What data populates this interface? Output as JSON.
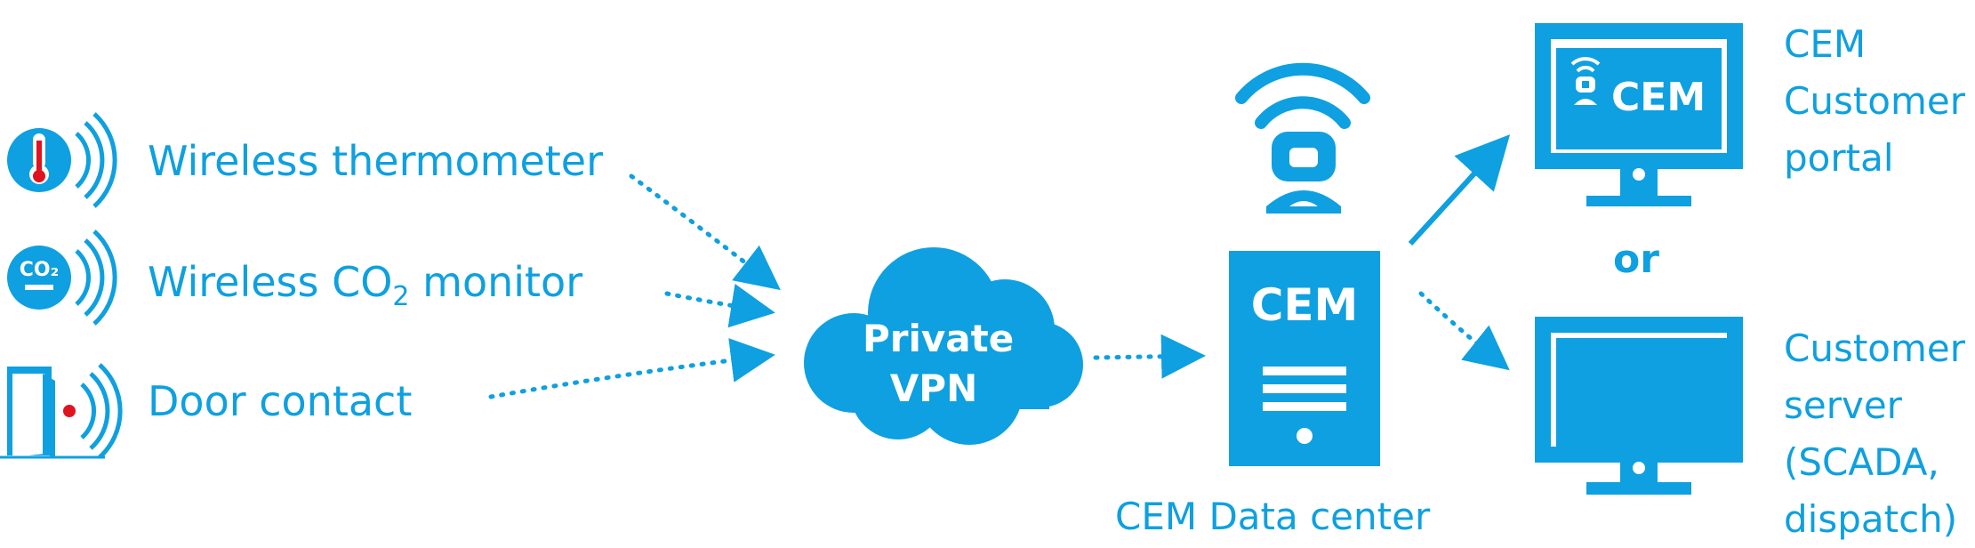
{
  "devices": [
    {
      "label": "Wireless thermometer",
      "icon": "thermometer-icon"
    },
    {
      "label_main": "Wireless CO",
      "label_sub": "2",
      "label_tail": " monitor",
      "icon": "co2-icon",
      "icon_text": "CO2"
    },
    {
      "label": "Door contact",
      "icon": "door-icon"
    }
  ],
  "vpn": {
    "line1": "Private",
    "line2": "VPN"
  },
  "datacenter": {
    "server_text": "CEM",
    "caption": "CEM Data center"
  },
  "connector_or": "or",
  "portal": {
    "screen_text": "CEM",
    "lines": [
      "CEM",
      "Customer",
      "portal"
    ]
  },
  "customer_server": {
    "lines": [
      "Customer",
      "server",
      "(SCADA,",
      "dispatch)"
    ]
  },
  "colors": {
    "primary": "#0ea0e0",
    "accent_red": "#e0141e",
    "white": "#ffffff"
  }
}
